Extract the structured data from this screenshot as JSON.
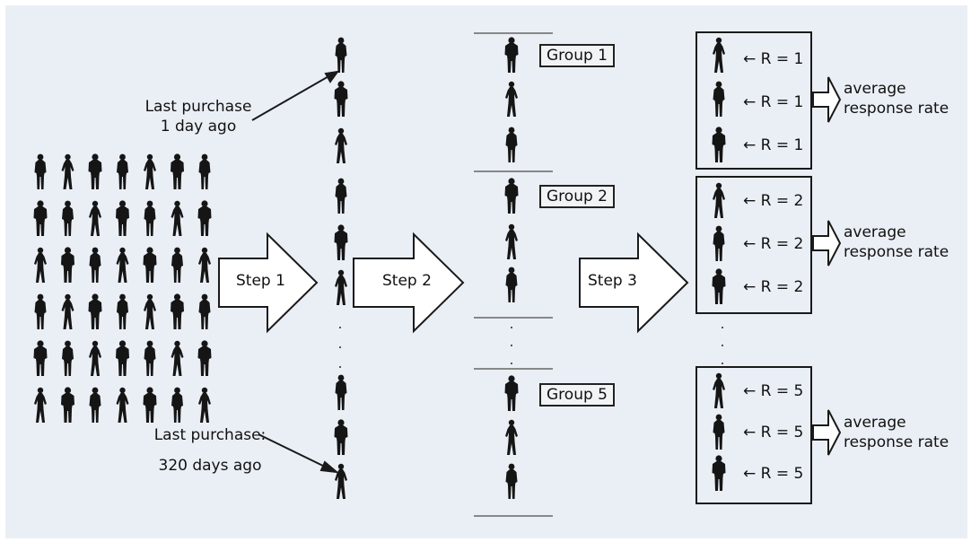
{
  "annotations": {
    "first_purchase": [
      "Last purchase",
      "1 day ago"
    ],
    "last_purchase": [
      "Last purchase:",
      "320 days ago"
    ]
  },
  "steps": [
    "Step 1",
    "Step 2",
    "Step 3"
  ],
  "groups": [
    "Group 1",
    "Group 2",
    "Group 5"
  ],
  "response_labels": {
    "group1": [
      "← R = 1",
      "← R = 1",
      "← R = 1"
    ],
    "group2": [
      "← R = 2",
      "← R = 2",
      "← R = 2"
    ],
    "group5": [
      "← R = 5",
      "← R = 5",
      "← R = 5"
    ]
  },
  "average": [
    "average",
    "response rate"
  ],
  "colors": {
    "background": "#eaeff6",
    "figure": "#151515",
    "line": "#888888"
  }
}
